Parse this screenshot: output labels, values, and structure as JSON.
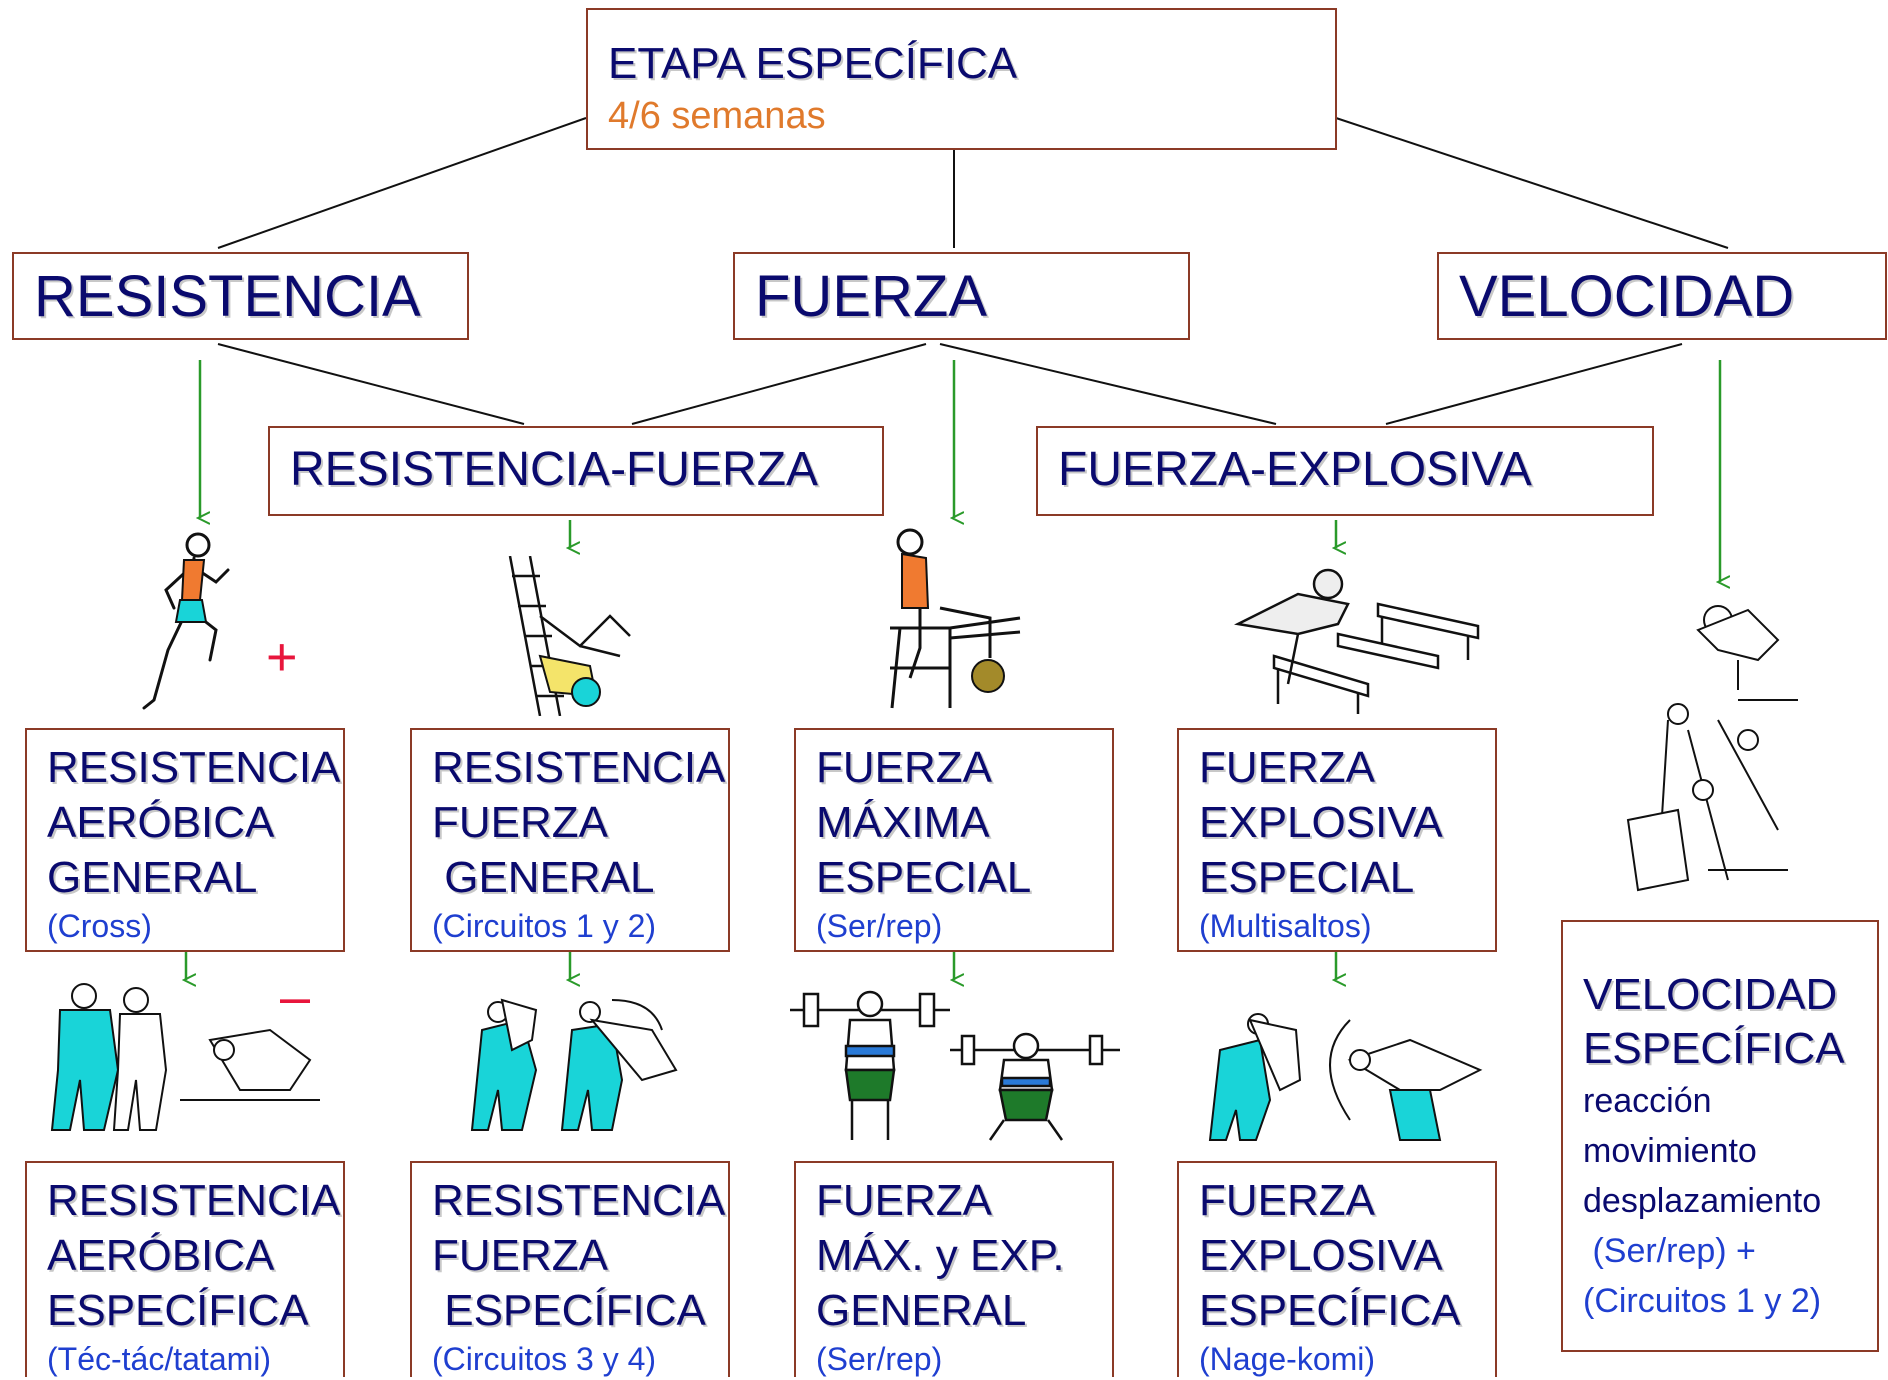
{
  "colors": {
    "box_border": "#8b3a26",
    "title_text": "#0a0a6e",
    "note_text": "#1f3fd0",
    "weeks_text": "#e07a2c",
    "arrow": "#2a9a2a",
    "symbol": "#e8163c",
    "figure_accent": "#19d4d8"
  },
  "top": {
    "title": "ETAPA ESPECÍFICA",
    "weeks": "4/6 semanas"
  },
  "level1": {
    "resistencia": "RESISTENCIA",
    "fuerza": "FUERZA",
    "velocidad": "VELOCIDAD"
  },
  "level2": {
    "resistencia_fuerza": "RESISTENCIA-FUERZA",
    "fuerza_explosiva": "FUERZA-EXPLOSIVA"
  },
  "symbols": {
    "plus": "+",
    "minus": "–"
  },
  "general_cards": [
    {
      "l1": "RESISTENCIA",
      "l2": "AERÓBICA",
      "l3": "GENERAL",
      "note": "(Cross)"
    },
    {
      "l1": "RESISTENCIA",
      "l2": "FUERZA",
      "l3": " GENERAL",
      "note": "(Circuitos 1 y 2)"
    },
    {
      "l1": "FUERZA",
      "l2": "MÁXIMA",
      "l3": "ESPECIAL",
      "note": "(Ser/rep)"
    },
    {
      "l1": "FUERZA",
      "l2": "EXPLOSIVA",
      "l3": "ESPECIAL",
      "note": "(Multisaltos)"
    }
  ],
  "specific_cards": [
    {
      "l1": "RESISTENCIA",
      "l2": "AERÓBICA",
      "l3": "ESPECÍFICA",
      "note": "(Téc-tác/tatami)"
    },
    {
      "l1": "RESISTENCIA",
      "l2": "FUERZA",
      "l3": " ESPECÍFICA",
      "note": "(Circuitos 3 y 4)"
    },
    {
      "l1": "FUERZA",
      "l2": "MÁX. y EXP.",
      "l3": "GENERAL",
      "note": "(Ser/rep)"
    },
    {
      "l1": "FUERZA",
      "l2": "EXPLOSIVA",
      "l3": "ESPECÍFICA",
      "note": "(Nage-komi)"
    }
  ],
  "velocidad_card": {
    "l1": "VELOCIDAD",
    "l2": "ESPECÍFICA",
    "l3": "reacción",
    "l4": "movimiento",
    "l5": "desplazamiento",
    "l6": " (Ser/rep) +",
    "l7": "(Circuitos 1 y 2)"
  }
}
